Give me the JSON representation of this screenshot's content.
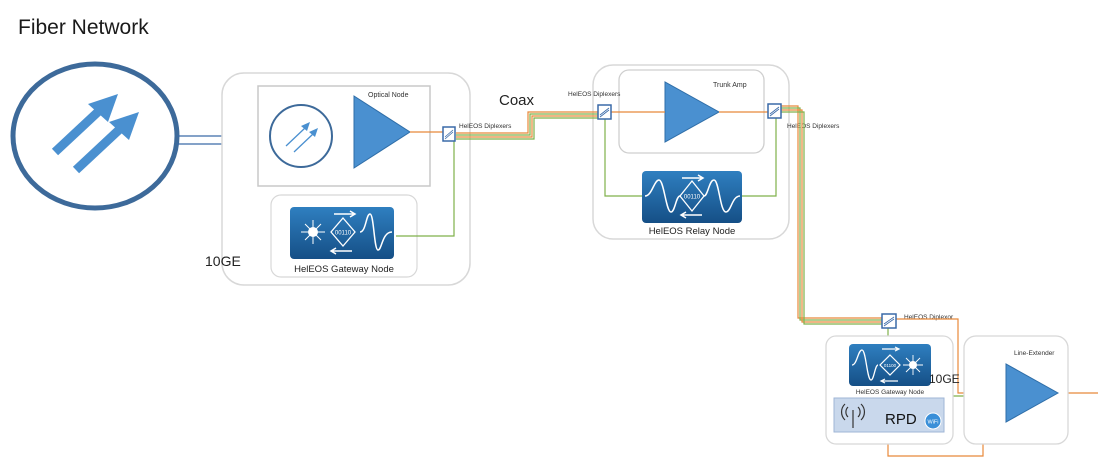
{
  "title": "Fiber Network",
  "labels": {
    "coax": "Coax",
    "ge_left": "10GE",
    "ge_right": "10GE",
    "optical_node": "Optical Node",
    "trunk_amp": "Trunk Amp",
    "line_extender": "Line-Extender",
    "gateway_node_left": "HelEOS Gateway Node",
    "relay_node": "HelEOS Relay Node",
    "gateway_node_right": "HelEOS Gateway Node",
    "rpd": "RPD",
    "diplexers_1": "HelEOS Diplexers",
    "diplexers_2": "HelEOS Diplexers",
    "diplexers_3": "HelEOS Diplexers",
    "diplexer_4": "HelEOS Diplexor",
    "chip_code": "00110",
    "chip_code_rev": "01100",
    "wifi_badge": "WiFi"
  },
  "colors": {
    "fiber_blue": "#3a6aa8",
    "node_blue": "#4a90d0",
    "dark_blue": "#1f5a8c",
    "coax_orange": "#e8893a",
    "coax_green": "#7fb04a",
    "box_border": "#d8d8d8",
    "inner_border": "#bfbfbf"
  }
}
